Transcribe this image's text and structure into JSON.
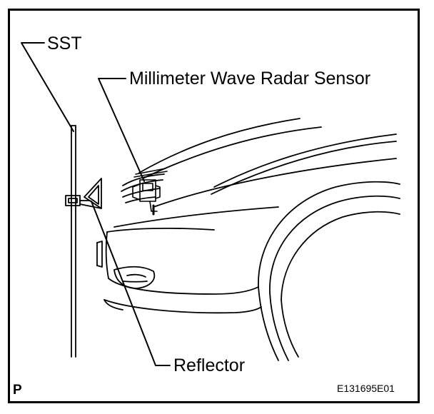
{
  "labels": {
    "sst": "SST",
    "radar_sensor": "Millimeter Wave Radar Sensor",
    "reflector": "Reflector"
  },
  "footer": {
    "page_marker": "P",
    "figure_code": "E131695E01"
  },
  "colors": {
    "line": "#000000",
    "background": "#ffffff"
  }
}
